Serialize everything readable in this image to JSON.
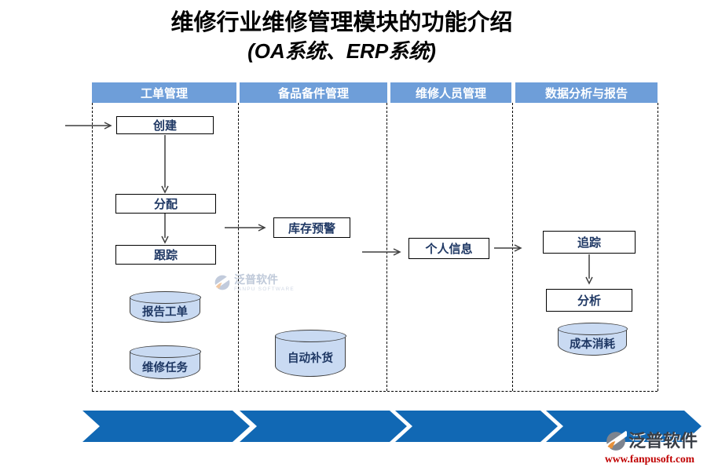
{
  "title": {
    "line1": "维修行业维修管理模块的功能介绍",
    "line2": "(OA系统、ERP系统)"
  },
  "lanes": [
    {
      "title": "工单管理"
    },
    {
      "title": "备品备件管理"
    },
    {
      "title": "维修人员管理"
    },
    {
      "title": "数据分析与报告"
    }
  ],
  "nodes": {
    "create": "创建",
    "assign": "分配",
    "track": "跟踪",
    "report_workorder": "报告工单",
    "repair_task": "维修任务",
    "inventory_alert": "库存预警",
    "auto_replenish": "自动补货",
    "personal_info": "个人信息",
    "trace": "追踪",
    "analyze": "分析",
    "cost_consumption": "成本消耗"
  },
  "watermark": {
    "brand": "泛普软件",
    "brand_en": "FANPU SOFTWARE"
  },
  "footer": {
    "brand": "泛普软件",
    "url": "www.fanpusoft.com"
  },
  "colors": {
    "lane_header": "#6E9ED9",
    "chevron": "#1168B4",
    "cylinder_fill": "#C9DAF2",
    "node_text": "#1F3864",
    "url_red": "#C00000",
    "title_text": "#000000"
  }
}
